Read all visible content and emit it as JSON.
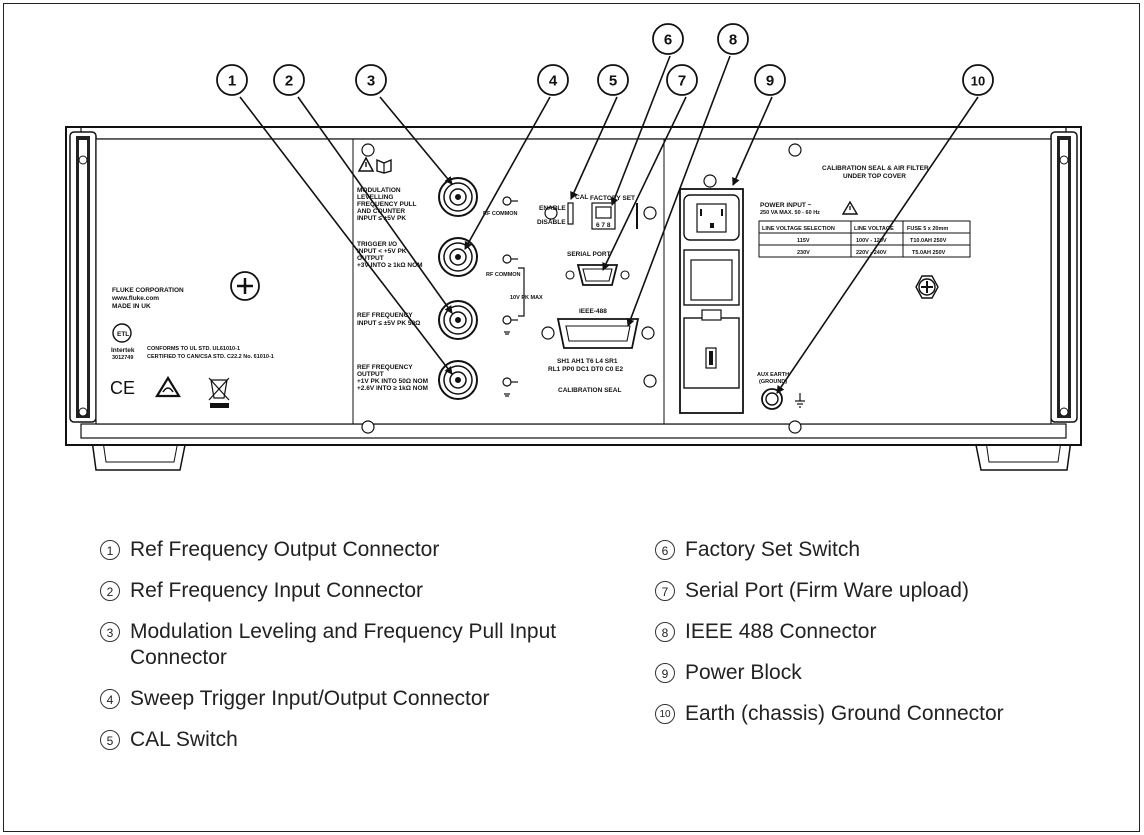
{
  "callouts": [
    "1",
    "2",
    "3",
    "4",
    "5",
    "6",
    "7",
    "8",
    "9",
    "10"
  ],
  "legend": {
    "left": [
      {
        "num": "1",
        "text": "Ref Frequency Output Connector"
      },
      {
        "num": "2",
        "text": "Ref Frequency Input Connector"
      },
      {
        "num": "3",
        "text": "Modulation Leveling and Frequency Pull Input Connector"
      },
      {
        "num": "4",
        "text": "Sweep Trigger Input/Output Connector"
      },
      {
        "num": "5",
        "text": "CAL Switch"
      }
    ],
    "right": [
      {
        "num": "6",
        "text": "Factory Set Switch"
      },
      {
        "num": "7",
        "text": "Serial Port (Firm Ware upload)"
      },
      {
        "num": "8",
        "text": "IEEE 488 Connector"
      },
      {
        "num": "9",
        "text": "Power Block"
      },
      {
        "num": "10",
        "text": "Earth (chassis) Ground Connector"
      }
    ]
  },
  "panel": {
    "company": [
      "FLUKE CORPORATION",
      "www.fluke.com",
      "MADE IN UK"
    ],
    "cert_mark": "Intertek",
    "cert_id": "3012749",
    "conforms": [
      "CONFORMS TO UL STD. UL61010-1",
      "CERTIFIED TO CAN/CSA STD. C22.2 No. 61010-1"
    ],
    "ce_mark": "CE",
    "modulation": [
      "MODULATION",
      "LEVELLING",
      "FREQUENCY PULL",
      "AND COUNTER",
      "INPUT ≤ ±5V PK"
    ],
    "trigger": [
      "TRIGGER I/O",
      "INPUT < +5V PK",
      "OUTPUT",
      "+3V INTO ≥ 1kΩ NOM"
    ],
    "ref_in": [
      "REF FREQUENCY",
      "INPUT ≤ ±5V PK 50Ω"
    ],
    "ref_out": [
      "REF FREQUENCY",
      "OUTPUT",
      "+1V PK INTO 50Ω NOM",
      "+2.6V INTO ≥ 1kΩ NOM"
    ],
    "rf_common_1": "RF COMMON",
    "rf_common_2": "RF COMMON",
    "pk_max": "10V PK MAX",
    "cal": "CAL",
    "enable": "ENABLE",
    "disable": "DISABLE",
    "factory_set": "FACTORY SET",
    "switch_nums": "6 7 8",
    "serial_port": "SERIAL PORT",
    "ieee": "IEEE-488",
    "ieee_codes": [
      "SH1 AH1 T6 L4 SR1",
      "RL1 PP0 DC1 DT0 C0 E2"
    ],
    "calibration_seal": "CALIBRATION SEAL",
    "top_note": [
      "CALIBRATION SEAL & AIR FILTER",
      "UNDER TOP COVER"
    ],
    "power_input": "POWER INPUT ~",
    "power_rating": "250 VA MAX. 50 - 60 Hz",
    "fuse_table": {
      "headers": [
        "LINE VOLTAGE SELECTION",
        "LINE VOLTAGE",
        "FUSE 5 x 20mm"
      ],
      "rows": [
        [
          "115V",
          "100V - 120V",
          "T10.0AH 250V"
        ],
        [
          "230V",
          "220V - 240V",
          "T5.0AH 250V"
        ]
      ]
    },
    "aux_earth": [
      "AUX EARTH",
      "(GROUND)"
    ]
  }
}
